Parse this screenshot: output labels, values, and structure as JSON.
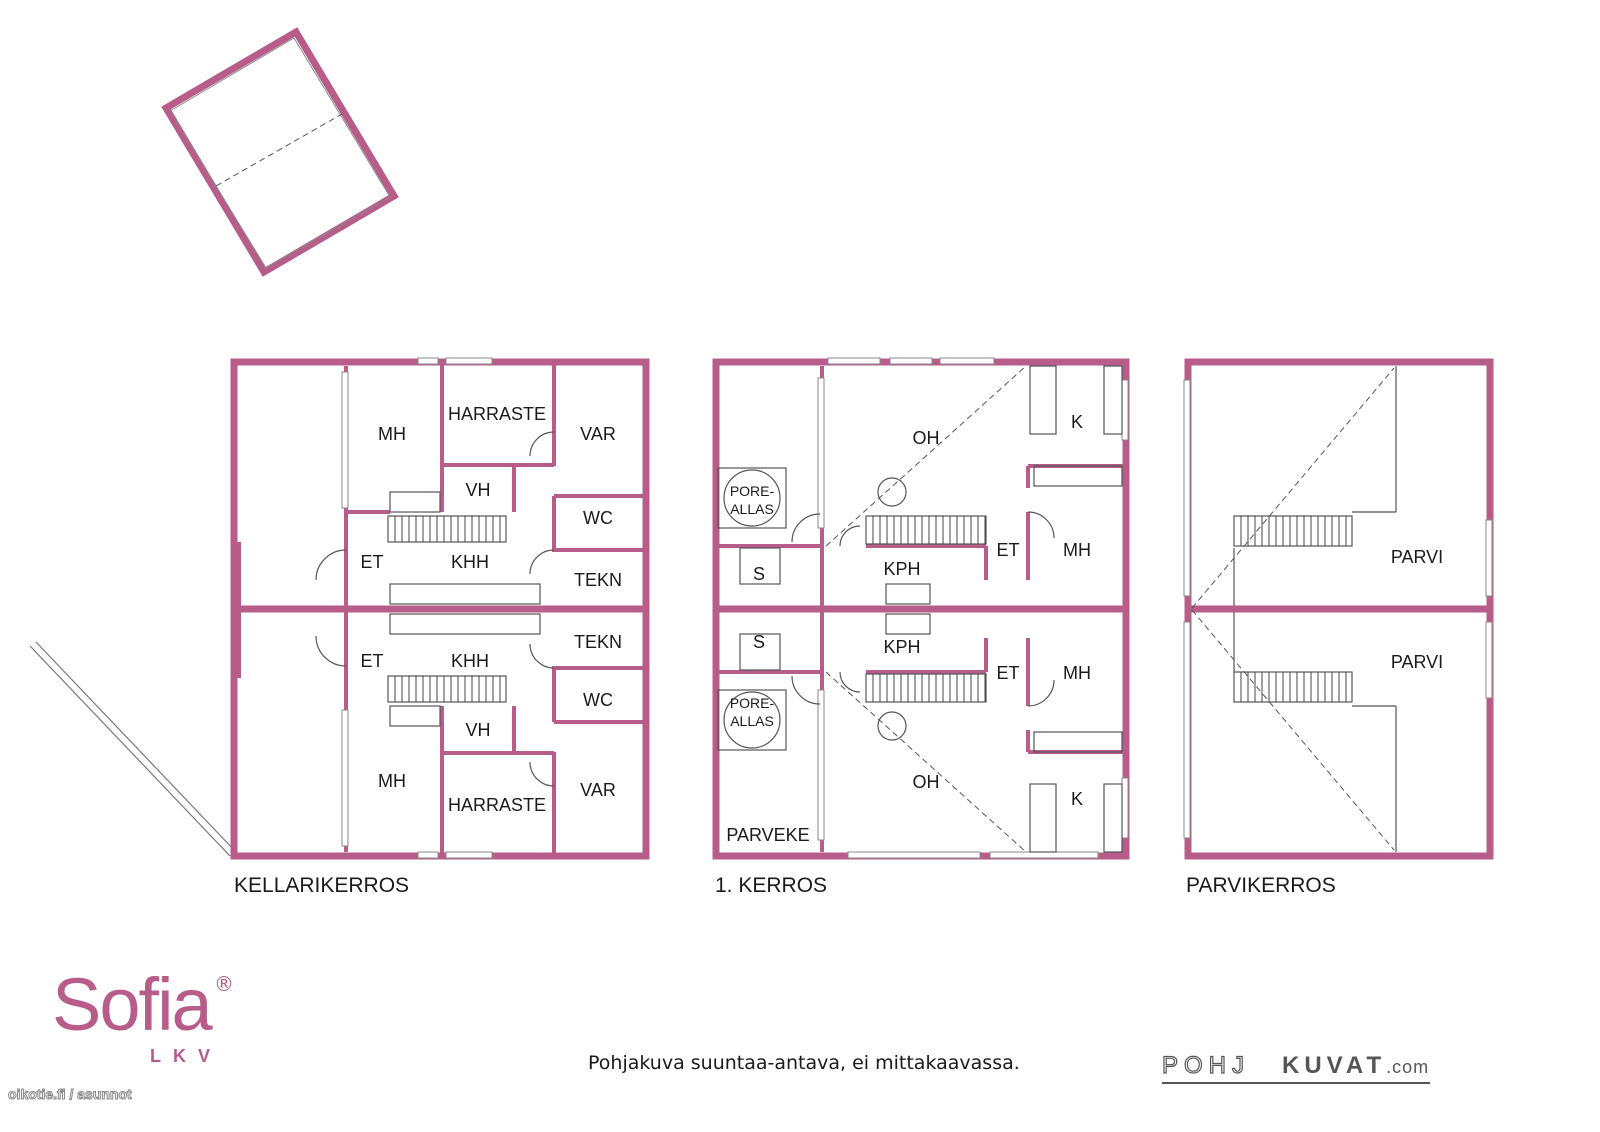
{
  "floors": {
    "basement": {
      "title": "KELLARIKERROS",
      "rooms": {
        "mh_top": "MH",
        "harraste_top": "HARRASTE",
        "var_top": "VAR",
        "vh_top": "VH",
        "wc_top": "WC",
        "et_top": "ET",
        "khh_top": "KHH",
        "tekn_top": "TEKN",
        "tekn_bot": "TEKN",
        "et_bot": "ET",
        "khh_bot": "KHH",
        "wc_bot": "WC",
        "vh_bot": "VH",
        "mh_bot": "MH",
        "harraste_bot": "HARRASTE",
        "var_bot": "VAR"
      }
    },
    "first": {
      "title": "1. KERROS",
      "rooms": {
        "oh_top": "OH",
        "k_top": "K",
        "pore1_top": "PORE-",
        "pore2_top": "ALLAS",
        "s_top": "S",
        "kph_top": "KPH",
        "et_top": "ET",
        "mh_top": "MH",
        "s_bot": "S",
        "kph_bot": "KPH",
        "et_bot": "ET",
        "mh_bot": "MH",
        "pore1_bot": "PORE-",
        "pore2_bot": "ALLAS",
        "oh_bot": "OH",
        "k_bot": "K",
        "parveke": "PARVEKE"
      }
    },
    "loft": {
      "title": "PARVIKERROS",
      "rooms": {
        "parvi_top": "PARVI",
        "parvi_bot": "PARVI"
      }
    }
  },
  "brand": {
    "name": "Sofia",
    "reg": "®",
    "sub": "LKV"
  },
  "disclaimer": "Pohjakuva suuntaa-antava, ei mittakaavassa.",
  "watermark": "oikotie.fi / asunnot",
  "logo": {
    "left": "POHJ",
    "right": "KUVAT",
    "domain": ".com"
  },
  "colors": {
    "wall": "#b85c8a",
    "text": "#1a1a1a"
  }
}
